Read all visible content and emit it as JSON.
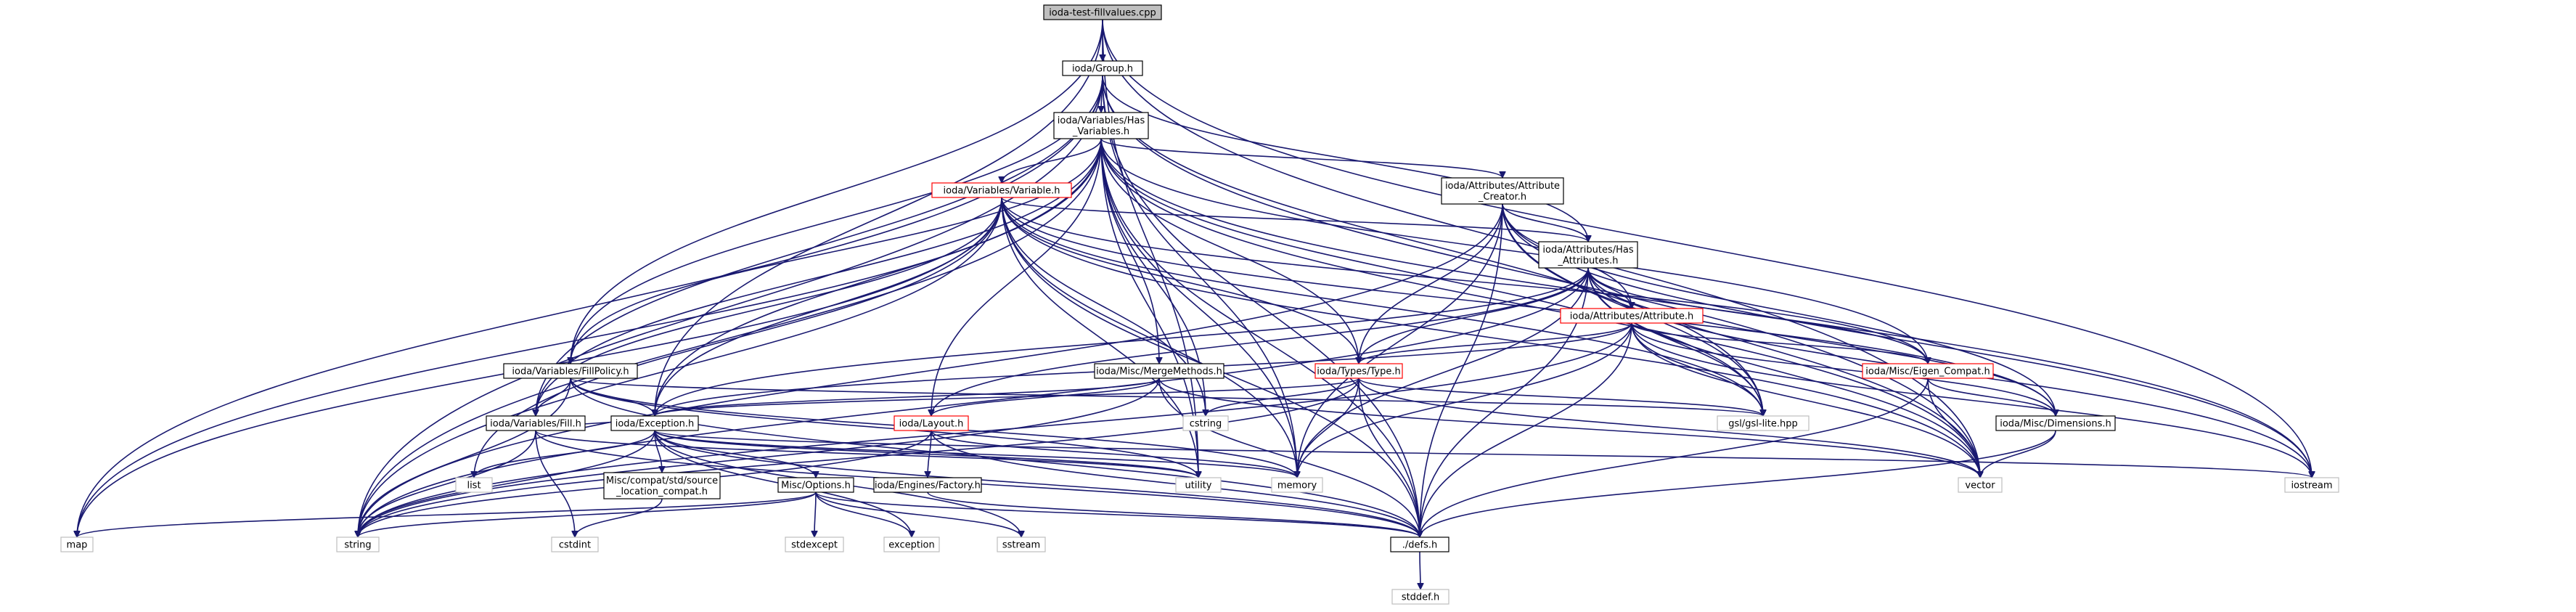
{
  "title": "ioda-test-fillvalues.cpp",
  "colors": {
    "edge": "#191970",
    "root_fill": "#bfbfbf",
    "documented_border": "#000000",
    "highlighted_border": "#ff0000",
    "external_border": "#bfbfbf",
    "node_fill": "#ffffff"
  },
  "nodes": {
    "root": {
      "lines": [
        "ioda-test-fillvalues.cpp"
      ],
      "kind": "root"
    },
    "group": {
      "lines": [
        "ioda/Group.h"
      ],
      "kind": "documented"
    },
    "hasvars": {
      "lines": [
        "ioda/Variables/Has",
        "_Variables.h"
      ],
      "kind": "documented"
    },
    "attrcreator": {
      "lines": [
        "ioda/Attributes/Attribute",
        "_Creator.h"
      ],
      "kind": "documented"
    },
    "variable": {
      "lines": [
        "ioda/Variables/Variable.h"
      ],
      "kind": "highlighted"
    },
    "hasattrs": {
      "lines": [
        "ioda/Attributes/Has",
        "_Attributes.h"
      ],
      "kind": "documented"
    },
    "attribute": {
      "lines": [
        "ioda/Attributes/Attribute.h"
      ],
      "kind": "highlighted"
    },
    "fillpolicy": {
      "lines": [
        "ioda/Variables/FillPolicy.h"
      ],
      "kind": "documented"
    },
    "mergemethods": {
      "lines": [
        "ioda/Misc/MergeMethods.h"
      ],
      "kind": "documented"
    },
    "typesh": {
      "lines": [
        "ioda/Types/Type.h"
      ],
      "kind": "highlighted"
    },
    "eigen": {
      "lines": [
        "ioda/Misc/Eigen_Compat.h"
      ],
      "kind": "highlighted"
    },
    "fillh": {
      "lines": [
        "ioda/Variables/Fill.h"
      ],
      "kind": "documented"
    },
    "exception": {
      "lines": [
        "ioda/Exception.h"
      ],
      "kind": "documented"
    },
    "layout": {
      "lines": [
        "ioda/Layout.h"
      ],
      "kind": "highlighted"
    },
    "gsl": {
      "lines": [
        "gsl/gsl-lite.hpp"
      ],
      "kind": "external"
    },
    "dimensions": {
      "lines": [
        "ioda/Misc/Dimensions.h"
      ],
      "kind": "documented"
    },
    "srcloc": {
      "lines": [
        "Misc/compat/std/source",
        "_location_compat.h"
      ],
      "kind": "documented"
    },
    "factory": {
      "lines": [
        "ioda/Engines/Factory.h"
      ],
      "kind": "documented"
    },
    "options": {
      "lines": [
        "Misc/Options.h"
      ],
      "kind": "documented"
    },
    "list": {
      "lines": [
        "list"
      ],
      "kind": "external"
    },
    "cstring": {
      "lines": [
        "cstring"
      ],
      "kind": "external"
    },
    "utility": {
      "lines": [
        "utility"
      ],
      "kind": "external"
    },
    "memory": {
      "lines": [
        "memory"
      ],
      "kind": "external"
    },
    "vector": {
      "lines": [
        "vector"
      ],
      "kind": "external"
    },
    "iostream": {
      "lines": [
        "iostream"
      ],
      "kind": "external"
    },
    "map": {
      "lines": [
        "map"
      ],
      "kind": "external"
    },
    "string": {
      "lines": [
        "string"
      ],
      "kind": "external"
    },
    "cstdint": {
      "lines": [
        "cstdint"
      ],
      "kind": "external"
    },
    "stdexcept": {
      "lines": [
        "stdexcept"
      ],
      "kind": "external"
    },
    "exceptionstd": {
      "lines": [
        "exception"
      ],
      "kind": "external"
    },
    "sstream": {
      "lines": [
        "sstream"
      ],
      "kind": "external"
    },
    "defs": {
      "lines": [
        "./defs.h"
      ],
      "kind": "documented"
    },
    "stddef": {
      "lines": [
        "stddef.h"
      ],
      "kind": "external"
    }
  },
  "edges": [
    [
      "root",
      "group"
    ],
    [
      "root",
      "iostream"
    ],
    [
      "root",
      "vector"
    ],
    [
      "root",
      "exception"
    ],
    [
      "root",
      "fillpolicy"
    ],
    [
      "root",
      "utility"
    ],
    [
      "group",
      "hasvars"
    ],
    [
      "group",
      "hasattrs"
    ],
    [
      "group",
      "map"
    ],
    [
      "group",
      "string"
    ],
    [
      "group",
      "gsl"
    ],
    [
      "group",
      "defs"
    ],
    [
      "group",
      "vector"
    ],
    [
      "group",
      "fillpolicy"
    ],
    [
      "group",
      "fillh"
    ],
    [
      "group",
      "memory"
    ],
    [
      "hasvars",
      "variable"
    ],
    [
      "hasvars",
      "attrcreator"
    ],
    [
      "hasvars",
      "typesh"
    ],
    [
      "hasvars",
      "mergemethods"
    ],
    [
      "hasvars",
      "exception"
    ],
    [
      "hasvars",
      "eigen"
    ],
    [
      "hasvars",
      "fillpolicy"
    ],
    [
      "hasvars",
      "gsl"
    ],
    [
      "hasvars",
      "defs"
    ],
    [
      "hasvars",
      "iostream"
    ],
    [
      "hasvars",
      "vector"
    ],
    [
      "hasvars",
      "string"
    ],
    [
      "hasvars",
      "map"
    ],
    [
      "hasvars",
      "memory"
    ],
    [
      "hasvars",
      "cstring"
    ],
    [
      "hasvars",
      "fillh"
    ],
    [
      "hasvars",
      "utility"
    ],
    [
      "hasvars",
      "layout"
    ],
    [
      "attrcreator",
      "hasattrs"
    ],
    [
      "attrcreator",
      "attribute"
    ],
    [
      "attrcreator",
      "typesh"
    ],
    [
      "attrcreator",
      "gsl"
    ],
    [
      "attrcreator",
      "defs"
    ],
    [
      "attrcreator",
      "vector"
    ],
    [
      "attrcreator",
      "dimensions"
    ],
    [
      "attrcreator",
      "iostream"
    ],
    [
      "attrcreator",
      "string"
    ],
    [
      "attrcreator",
      "memory"
    ],
    [
      "variable",
      "hasattrs"
    ],
    [
      "variable",
      "typesh"
    ],
    [
      "variable",
      "exception"
    ],
    [
      "variable",
      "eigen"
    ],
    [
      "variable",
      "gsl"
    ],
    [
      "variable",
      "defs"
    ],
    [
      "variable",
      "vector"
    ],
    [
      "variable",
      "string"
    ],
    [
      "variable",
      "map"
    ],
    [
      "variable",
      "memory"
    ],
    [
      "variable",
      "list"
    ],
    [
      "variable",
      "cstring"
    ],
    [
      "variable",
      "utility"
    ],
    [
      "variable",
      "dimensions"
    ],
    [
      "variable",
      "fillh"
    ],
    [
      "hasattrs",
      "attribute"
    ],
    [
      "hasattrs",
      "typesh"
    ],
    [
      "hasattrs",
      "eigen"
    ],
    [
      "hasattrs",
      "gsl"
    ],
    [
      "hasattrs",
      "defs"
    ],
    [
      "hasattrs",
      "vector"
    ],
    [
      "hasattrs",
      "dimensions"
    ],
    [
      "hasattrs",
      "iostream"
    ],
    [
      "hasattrs",
      "string"
    ],
    [
      "hasattrs",
      "memory"
    ],
    [
      "hasattrs",
      "exception"
    ],
    [
      "hasattrs",
      "layout"
    ],
    [
      "attribute",
      "typesh"
    ],
    [
      "attribute",
      "eigen"
    ],
    [
      "attribute",
      "gsl"
    ],
    [
      "attribute",
      "defs"
    ],
    [
      "attribute",
      "vector"
    ],
    [
      "attribute",
      "dimensions"
    ],
    [
      "attribute",
      "iostream"
    ],
    [
      "attribute",
      "string"
    ],
    [
      "attribute",
      "memory"
    ],
    [
      "attribute",
      "exception"
    ],
    [
      "fillpolicy",
      "fillh"
    ],
    [
      "fillpolicy",
      "exception"
    ],
    [
      "fillpolicy",
      "gsl"
    ],
    [
      "fillpolicy",
      "string"
    ],
    [
      "fillpolicy",
      "defs"
    ],
    [
      "fillpolicy",
      "memory"
    ],
    [
      "fillpolicy",
      "utility"
    ],
    [
      "mergemethods",
      "layout"
    ],
    [
      "mergemethods",
      "exception"
    ],
    [
      "mergemethods",
      "vector"
    ],
    [
      "mergemethods",
      "defs"
    ],
    [
      "mergemethods",
      "string"
    ],
    [
      "typesh",
      "exception"
    ],
    [
      "typesh",
      "gsl"
    ],
    [
      "typesh",
      "defs"
    ],
    [
      "typesh",
      "vector"
    ],
    [
      "typesh",
      "memory"
    ],
    [
      "typesh",
      "cstring"
    ],
    [
      "typesh",
      "string"
    ],
    [
      "eigen",
      "vector"
    ],
    [
      "eigen",
      "defs"
    ],
    [
      "eigen",
      "dimensions"
    ],
    [
      "fillh",
      "exception"
    ],
    [
      "fillh",
      "string"
    ],
    [
      "fillh",
      "cstdint"
    ],
    [
      "fillh",
      "defs"
    ],
    [
      "fillh",
      "utility"
    ],
    [
      "exception",
      "options"
    ],
    [
      "exception",
      "srcloc"
    ],
    [
      "exception",
      "string"
    ],
    [
      "exception",
      "list"
    ],
    [
      "exception",
      "defs"
    ],
    [
      "exception",
      "exceptionstd"
    ],
    [
      "exception",
      "sstream"
    ],
    [
      "exception",
      "iostream"
    ],
    [
      "exception",
      "memory"
    ],
    [
      "exception",
      "utility"
    ],
    [
      "layout",
      "factory"
    ],
    [
      "layout",
      "string"
    ],
    [
      "layout",
      "memory"
    ],
    [
      "layout",
      "defs"
    ],
    [
      "srcloc",
      "cstdint"
    ],
    [
      "factory",
      "defs"
    ],
    [
      "options",
      "map"
    ],
    [
      "options",
      "string"
    ],
    [
      "options",
      "stdexcept"
    ],
    [
      "options",
      "exceptionstd"
    ],
    [
      "options",
      "sstream"
    ],
    [
      "options",
      "defs"
    ],
    [
      "dimensions",
      "vector"
    ],
    [
      "dimensions",
      "defs"
    ],
    [
      "defs",
      "stddef"
    ]
  ]
}
